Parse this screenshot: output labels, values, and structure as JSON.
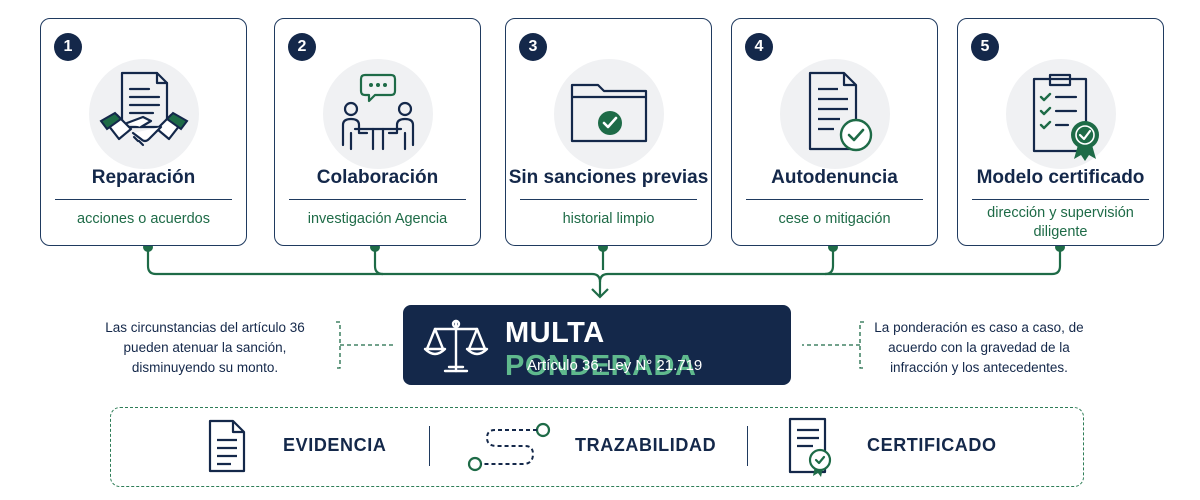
{
  "cards": [
    {
      "number": "1",
      "title": "Reparación",
      "subtitle": "acciones o acuerdos",
      "icon": "handshake-document-icon"
    },
    {
      "number": "2",
      "title": "Colaboración",
      "subtitle": "investigación Agencia",
      "icon": "meeting-chat-icon"
    },
    {
      "number": "3",
      "title": "Sin sanciones previas",
      "subtitle": "historial limpio",
      "icon": "folder-check-icon"
    },
    {
      "number": "4",
      "title": "Autodenuncia",
      "subtitle": "cese o mitigación",
      "icon": "document-check-icon"
    },
    {
      "number": "5",
      "title": "Modelo certificado",
      "subtitle": "dirección y supervisión diligente",
      "icon": "checklist-badge-icon"
    }
  ],
  "center": {
    "title_part1": "MULTA",
    "title_part2": "PONDERADA",
    "subtitle": "Artículo 36, Ley N° 21.719",
    "icon": "scales-icon"
  },
  "left_note": "Las circunstancias del artículo 36 pueden atenuar la sanción, disminuyendo su monto.",
  "right_note": "La ponderación es caso a caso, de acuerdo con la gravedad de la infracción y los antecedentes.",
  "bottom": [
    {
      "label": "EVIDENCIA",
      "icon": "document-icon"
    },
    {
      "label": "TRAZABILIDAD",
      "icon": "path-icon"
    },
    {
      "label": "CERTIFICADO",
      "icon": "certificate-icon"
    }
  ],
  "colors": {
    "navy": "#14284a",
    "green": "#1e6b47",
    "accent_green": "#5fb98d",
    "icon_bg": "#f0f1f3"
  }
}
